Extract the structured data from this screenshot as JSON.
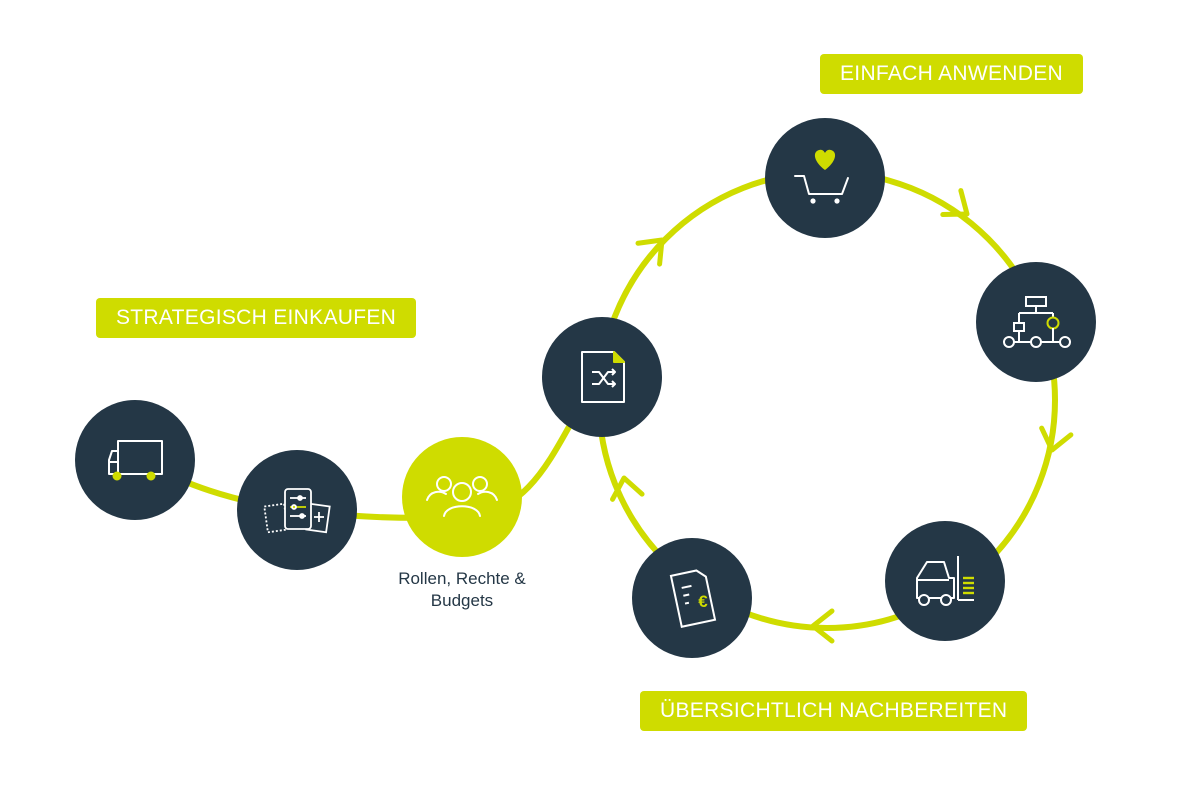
{
  "labels": {
    "strategic": "STRATEGISCH EINKAUFEN",
    "apply": "EINFACH ANWENDEN",
    "review": "ÜBERSICHTLICH NACHBEREITEN"
  },
  "caption": {
    "line1": "Rollen, Rechte &",
    "line2": "Budgets"
  },
  "nodes": [
    {
      "name": "truck-icon"
    },
    {
      "name": "catalog-settings-icon"
    },
    {
      "name": "roles-users-icon"
    },
    {
      "name": "document-shuffle-icon"
    },
    {
      "name": "cart-heart-icon"
    },
    {
      "name": "workflow-icon"
    },
    {
      "name": "forklift-icon"
    },
    {
      "name": "invoice-euro-icon"
    }
  ],
  "colors": {
    "accent": "#cfdc00",
    "node": "#243746",
    "icon": "#ffffff"
  }
}
